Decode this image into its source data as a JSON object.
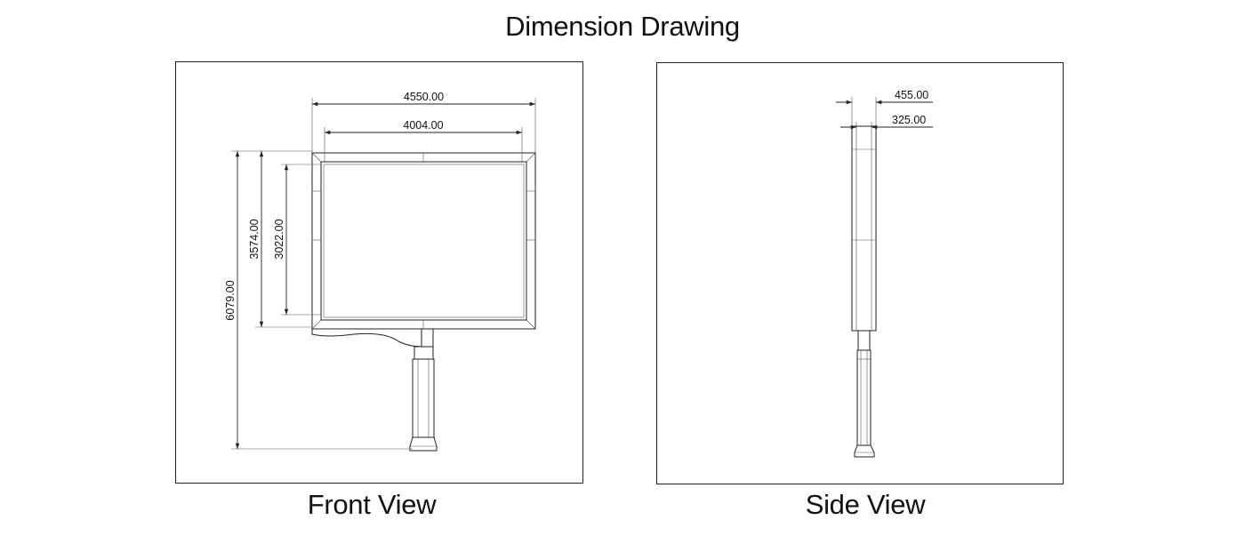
{
  "title": "Dimension Drawing",
  "front_view": {
    "caption": "Front View",
    "dims": {
      "overall_width": "4550.00",
      "inner_width": "4004.00",
      "frame_height": "3574.00",
      "inner_height": "3022.00",
      "total_height": "6079.00"
    }
  },
  "side_view": {
    "caption": "Side View",
    "dims": {
      "overall_depth": "455.00",
      "inner_depth": "325.00"
    }
  }
}
